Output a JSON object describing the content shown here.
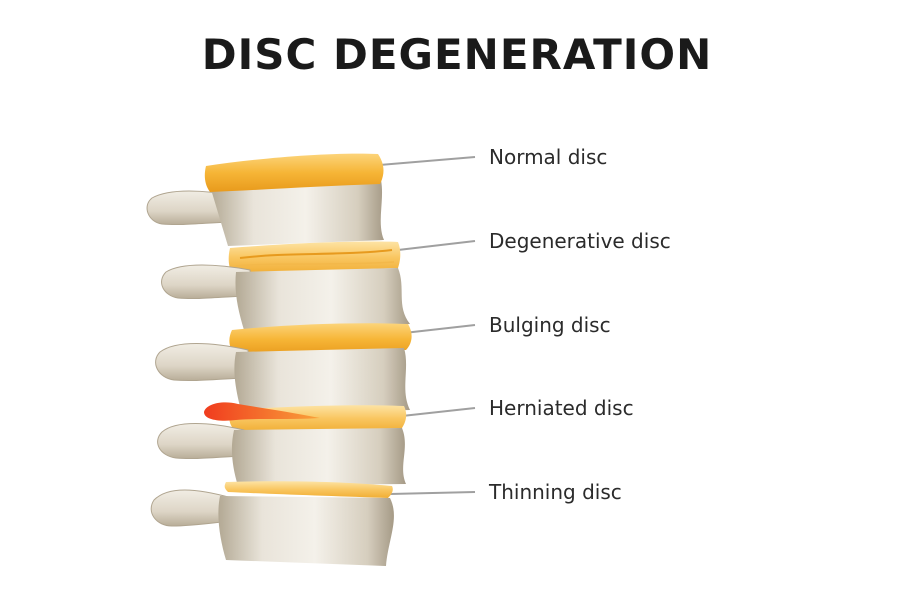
{
  "title": "DISC DEGENERATION",
  "labels": [
    {
      "id": "normal",
      "text": "Normal disc"
    },
    {
      "id": "degenerative",
      "text": "Degenerative disc"
    },
    {
      "id": "bulging",
      "text": "Bulging disc"
    },
    {
      "id": "herniated",
      "text": "Herniated disc"
    },
    {
      "id": "thinning",
      "text": "Thinning disc"
    }
  ],
  "colors": {
    "disc": "#f6b93b",
    "disc_light": "#fbd47a",
    "herniation": "#f0572a",
    "bone_light": "#f2eee6",
    "bone_mid": "#d9d1c2",
    "bone_dark": "#a89e8c",
    "leader_line": "#9e9e9e",
    "text": "#2b2b2b"
  }
}
